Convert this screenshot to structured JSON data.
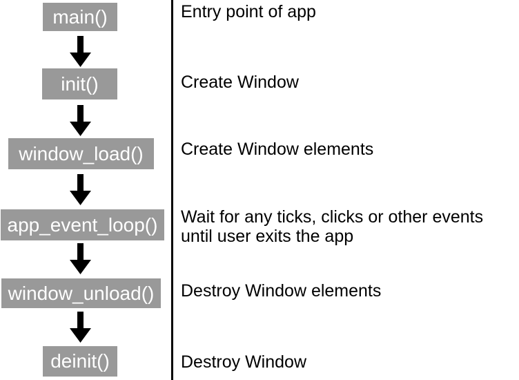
{
  "diagram": {
    "kind": "app-lifecycle-flowchart",
    "colors": {
      "background": "#ffffff",
      "box_fill": "#999999",
      "box_text": "#ffffff",
      "arrow_fill": "#000000",
      "divider": "#000000",
      "description_text": "#000000"
    },
    "icons": {
      "arrow": "down-arrow-icon"
    },
    "steps": [
      {
        "function": "main()",
        "description": "Entry point of app"
      },
      {
        "function": "init()",
        "description": "Create Window"
      },
      {
        "function": "window_load()",
        "description": "Create Window elements"
      },
      {
        "function": "app_event_loop()",
        "description": "Wait for any ticks, clicks or other events until user exits the app"
      },
      {
        "function": "window_unload()",
        "description": "Destroy Window elements"
      },
      {
        "function": "deinit()",
        "description": "Destroy Window"
      }
    ]
  }
}
